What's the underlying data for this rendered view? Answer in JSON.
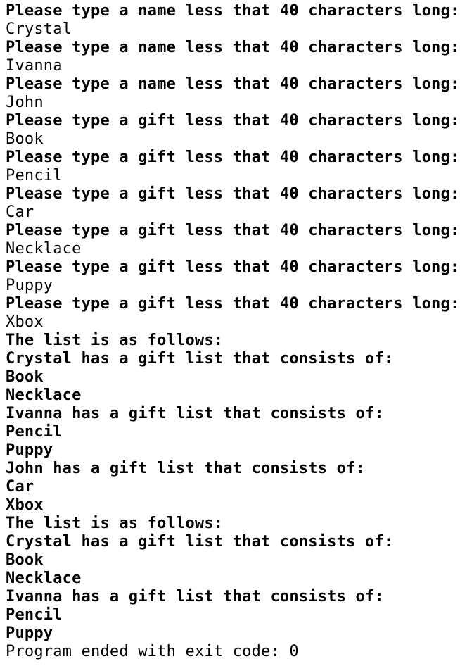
{
  "console": {
    "lines": [
      {
        "text": "Please type a name less that 40 characters long:",
        "bold": true
      },
      {
        "text": "Crystal",
        "bold": false
      },
      {
        "text": "Please type a name less that 40 characters long:",
        "bold": true
      },
      {
        "text": "Ivanna",
        "bold": false
      },
      {
        "text": "Please type a name less that 40 characters long:",
        "bold": true
      },
      {
        "text": "John",
        "bold": false
      },
      {
        "text": "Please type a gift less that 40 characters long:",
        "bold": true
      },
      {
        "text": "Book",
        "bold": false
      },
      {
        "text": "Please type a gift less that 40 characters long:",
        "bold": true
      },
      {
        "text": "Pencil",
        "bold": false
      },
      {
        "text": "Please type a gift less that 40 characters long:",
        "bold": true
      },
      {
        "text": "Car",
        "bold": false
      },
      {
        "text": "Please type a gift less that 40 characters long:",
        "bold": true
      },
      {
        "text": "Necklace",
        "bold": false
      },
      {
        "text": "Please type a gift less that 40 characters long:",
        "bold": true
      },
      {
        "text": "Puppy",
        "bold": false
      },
      {
        "text": "Please type a gift less that 40 characters long:",
        "bold": true
      },
      {
        "text": "Xbox",
        "bold": false
      },
      {
        "text": "The list is as follows:",
        "bold": true
      },
      {
        "text": "Crystal has a gift list that consists of:",
        "bold": true
      },
      {
        "text": "Book",
        "bold": true
      },
      {
        "text": "Necklace",
        "bold": true
      },
      {
        "text": "Ivanna has a gift list that consists of:",
        "bold": true
      },
      {
        "text": "Pencil",
        "bold": true
      },
      {
        "text": "Puppy",
        "bold": true
      },
      {
        "text": "John has a gift list that consists of:",
        "bold": true
      },
      {
        "text": "Car",
        "bold": true
      },
      {
        "text": "Xbox",
        "bold": true
      },
      {
        "text": "The list is as follows:",
        "bold": true
      },
      {
        "text": "Crystal has a gift list that consists of:",
        "bold": true
      },
      {
        "text": "Book",
        "bold": true
      },
      {
        "text": "Necklace",
        "bold": true
      },
      {
        "text": "Ivanna has a gift list that consists of:",
        "bold": true
      },
      {
        "text": "Pencil",
        "bold": true
      },
      {
        "text": "Puppy",
        "bold": true
      },
      {
        "text": "Program ended with exit code: 0",
        "bold": false
      }
    ]
  }
}
